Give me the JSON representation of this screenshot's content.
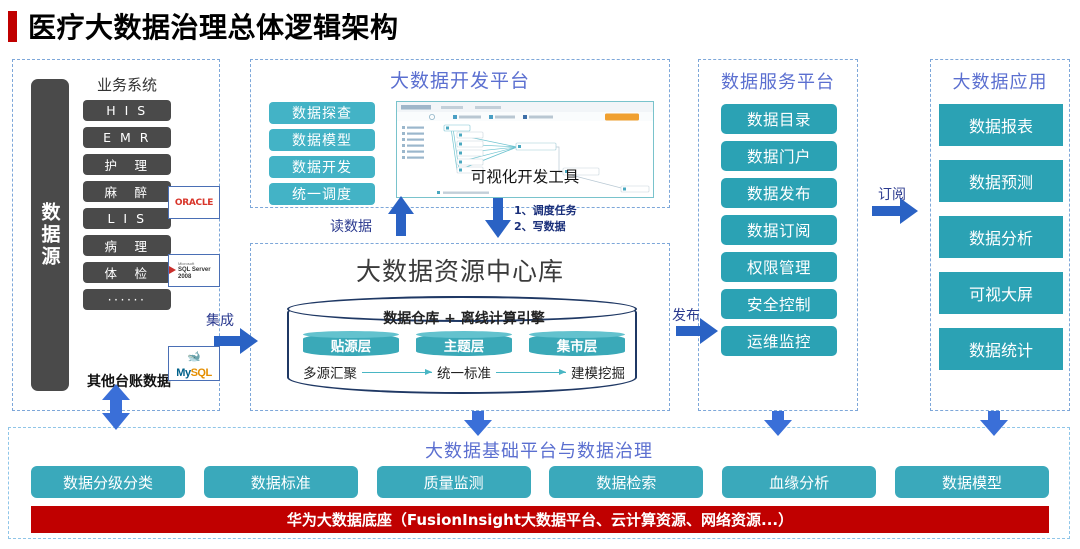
{
  "title": "医疗大数据治理总体逻辑架构",
  "accent_colors": {
    "title_bar": "#c00000",
    "panel_title": "#5b6fd0",
    "teal_button": "#2ba2b4",
    "teal_light": "#43b3c6",
    "arrow_blue": "#2a62c4",
    "source_gray": "#4a4a4a",
    "red_bar": "#c00000",
    "panel_border": "#7da7d9"
  },
  "source_panel": {
    "vertical_label": "数据源",
    "heading": "业务系统",
    "systems": [
      "H I S",
      "E M R",
      "护　理",
      "麻　醉",
      "L I S",
      "病　理",
      "体　检",
      "······"
    ],
    "footer": "其他台账数据",
    "logos": [
      {
        "name": "oracle-logo",
        "text": "ORACLE"
      },
      {
        "name": "sql-server-logo",
        "text": "SQL Server 2008",
        "vendor": "Microsoft"
      },
      {
        "name": "mysql-logo",
        "text": "MySQL"
      }
    ]
  },
  "dev_panel": {
    "title": "大数据开发平台",
    "buttons": [
      "数据探查",
      "数据模型",
      "数据开发",
      "统一调度"
    ],
    "screenshot_caption": "可视化开发工具"
  },
  "center_panel": {
    "title": "大数据资源中心库",
    "cylinder_header": "数据仓库 + 离线计算引擎",
    "layers": [
      "贴源层",
      "主题层",
      "集市层"
    ],
    "flow": [
      "多源汇聚",
      "统一标准",
      "建模挖掘"
    ]
  },
  "service_panel": {
    "title": "数据服务平台",
    "buttons": [
      "数据目录",
      "数据门户",
      "数据发布",
      "数据订阅",
      "权限管理",
      "安全控制",
      "运维监控"
    ]
  },
  "app_panel": {
    "title": "大数据应用",
    "buttons": [
      "数据报表",
      "数据预测",
      "数据分析",
      "可视大屏",
      "数据统计"
    ]
  },
  "governance_panel": {
    "title": "大数据基础平台与数据治理",
    "buttons": [
      "数据分级分类",
      "数据标准",
      "质量监测",
      "数据检索",
      "血缘分析",
      "数据模型"
    ],
    "foundation_bar": "华为大数据底座（FusionInsight大数据平台、云计算资源、网络资源...）"
  },
  "arrow_labels": {
    "integrate": "集成",
    "read_data": "读数据",
    "write_tasks_line1": "1、调度任务",
    "write_tasks_line2": "2、写数据",
    "publish": "发布",
    "subscribe": "订阅"
  }
}
